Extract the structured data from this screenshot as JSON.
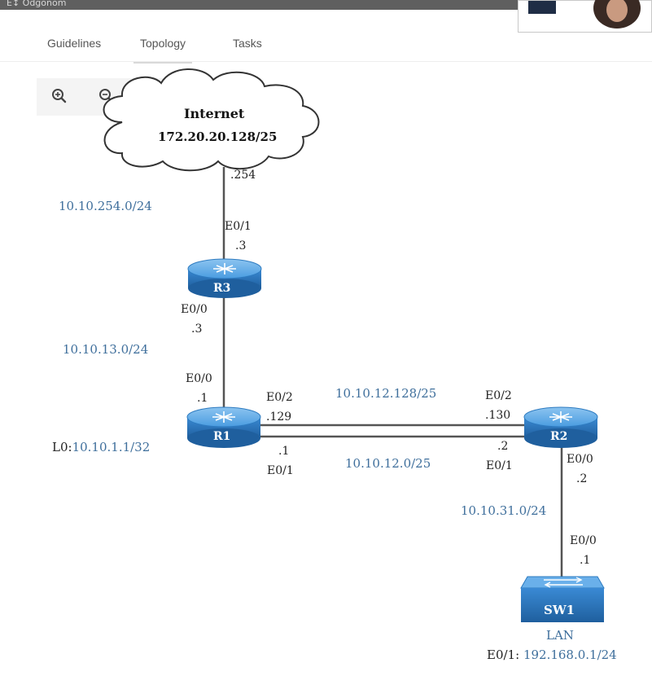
{
  "topbar": {
    "text": "E↕ Odgonom"
  },
  "tabs": [
    {
      "label": "Guidelines"
    },
    {
      "label": "Topology"
    },
    {
      "label": "Tasks"
    }
  ],
  "zoom": {
    "zoom_in_icon": "zoom-in-icon",
    "zoom_out_icon": "zoom-out-icon",
    "zoom_reset_icon": "zoom-reset-icon"
  },
  "topology": {
    "internet": {
      "title": "Internet",
      "subnet": "172.20.20.128/25"
    },
    "devices": {
      "r1": "R1",
      "r2": "R2",
      "r3": "R3",
      "sw1": "SW1"
    },
    "networks": {
      "n254": "10.10.254.0/24",
      "n13": "10.10.13.0/24",
      "n12a": "10.10.12.128/25",
      "n12b": "10.10.12.0/25",
      "n31": "10.10.31.0/24",
      "lan": "LAN",
      "lan_ip": "192.168.0.1/24",
      "loopback_prefix": "L0:",
      "loopback_ip": "10.10.1.1/32"
    },
    "interfaces": {
      "inet_host": ".254",
      "r3_e01": "E0/1",
      "r3_e01_host": ".3",
      "r3_e00": "E0/0",
      "r3_e00_host": ".3",
      "r1_e00": "E0/0",
      "r1_e00_host": ".1",
      "r1_e02": "E0/2",
      "r1_e02_host": ".129",
      "r1_e01_host": ".1",
      "r1_e01": "E0/1",
      "r2_e02": "E0/2",
      "r2_e02_host": ".130",
      "r2_e01_host": ".2",
      "r2_e01": "E0/1",
      "r2_e00": "E0/0",
      "r2_e00_host": ".2",
      "sw1_e00": "E0/0",
      "sw1_e00_host": ".1",
      "sw1_e01": "E0/1:"
    }
  },
  "colors": {
    "router_blue": "#3d8fd6",
    "network_text": "#3f6f9c",
    "link": "#555555"
  }
}
